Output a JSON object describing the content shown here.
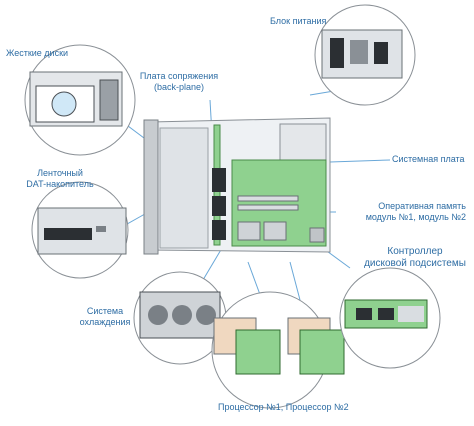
{
  "labels": {
    "hard_disks": "Жесткие диски",
    "backplane_line1": "Плата сопряжения",
    "backplane_line2": "(back-plane)",
    "power_supply": "Блок питания",
    "tape_line1": "Ленточный",
    "tape_line2": "DAT-накопитель",
    "mainboard": "Системная плата",
    "ram_line1": "Оперативная память",
    "ram_line2": "модуль №1, модуль №2",
    "controller_line1": "Контроллер",
    "controller_line2": "дисковой подсистемы",
    "cooling_line1": "Система",
    "cooling_line2": "охлаждения",
    "processors": "Процессор №1, Процессор №2"
  },
  "colors": {
    "label_text": "#2e6da4",
    "callout_line": "#6aa8d8",
    "board_green": "#8fd18f",
    "chassis_gray": "#c8ccd0"
  }
}
